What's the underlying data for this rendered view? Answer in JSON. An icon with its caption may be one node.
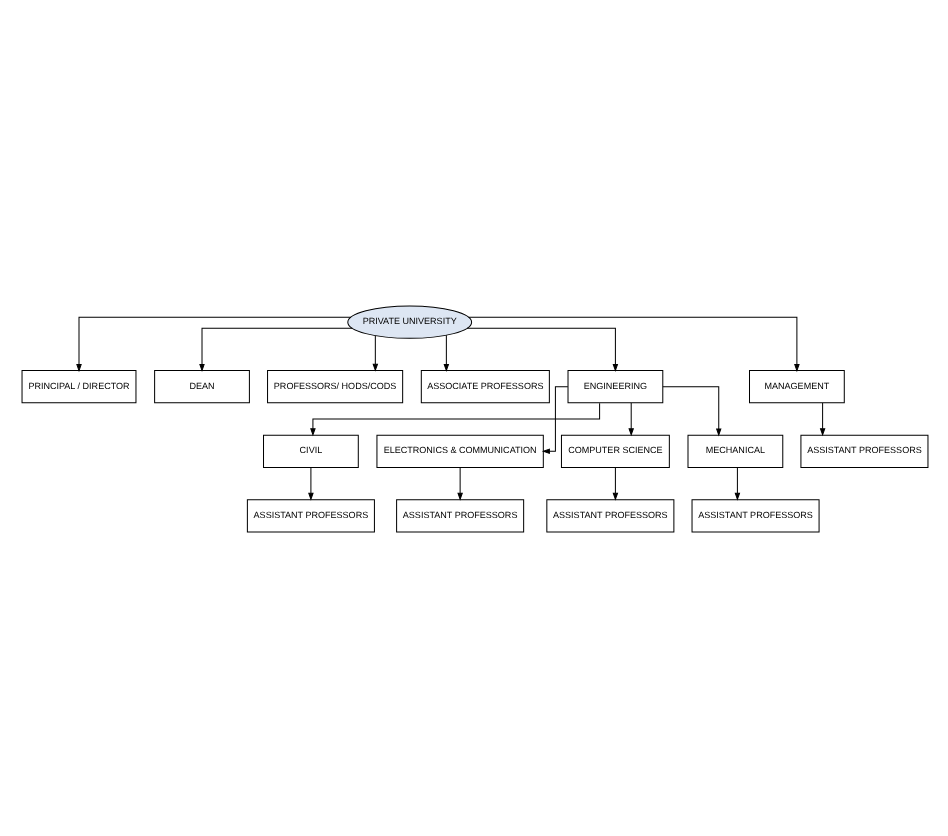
{
  "diagram": {
    "nodes": [
      {
        "text": [
          "PRIVATE UNIVERSITY"
        ]
      },
      {
        "text": [
          "PRINCIPAL / DIRECTOR"
        ]
      },
      {
        "text": [
          "DEAN"
        ]
      },
      {
        "text": [
          "PROFESSORS/ HODS/CODS"
        ]
      },
      {
        "text": [
          "ASSOCIATE PROFESSORS"
        ]
      },
      {
        "text": [
          "ENGINEERING"
        ]
      },
      {
        "text": [
          "MANAGEMENT"
        ]
      },
      {
        "text": [
          "CIVIL"
        ]
      },
      {
        "text": [
          "ELECTRONICS & COMMUNICATION"
        ]
      },
      {
        "text": [
          "COMPUTER SCIENCE"
        ]
      },
      {
        "text": [
          "MECHANICAL"
        ]
      },
      {
        "text": [
          "ASSISTANT PROFESSORS"
        ]
      },
      {
        "text": [
          "ASSISTANT PROFESSORS"
        ]
      },
      {
        "text": [
          "ASSISTANT PROFESSORS"
        ]
      },
      {
        "text": [
          "ASSISTANT PROFESSORS"
        ]
      },
      {
        "text": [
          "ASSISTANT PROFESSORS"
        ]
      }
    ],
    "edges": [
      {
        "from": 0,
        "to": 1,
        "arrow": "to"
      },
      {
        "from": 0,
        "to": 2,
        "arrow": "to"
      },
      {
        "from": 0,
        "to": 3,
        "arrow": "to"
      },
      {
        "from": 0,
        "to": 4,
        "arrow": "to"
      },
      {
        "from": 0,
        "to": 5,
        "arrow": "to"
      },
      {
        "from": 0,
        "to": 6,
        "arrow": "to"
      },
      {
        "from": 5,
        "to": 7,
        "arrow": "to"
      },
      {
        "from": 5,
        "to": 8,
        "arrow": "to"
      },
      {
        "from": 5,
        "to": 9,
        "arrow": "to"
      },
      {
        "from": 5,
        "to": 10,
        "arrow": "to"
      },
      {
        "from": 7,
        "to": 11,
        "arrow": "to"
      },
      {
        "from": 8,
        "to": 12,
        "arrow": "to"
      },
      {
        "from": 9,
        "to": 13,
        "arrow": "to"
      },
      {
        "from": 10,
        "to": 14,
        "arrow": "to"
      },
      {
        "from": 6,
        "to": 15,
        "arrow": "to"
      }
    ]
  }
}
